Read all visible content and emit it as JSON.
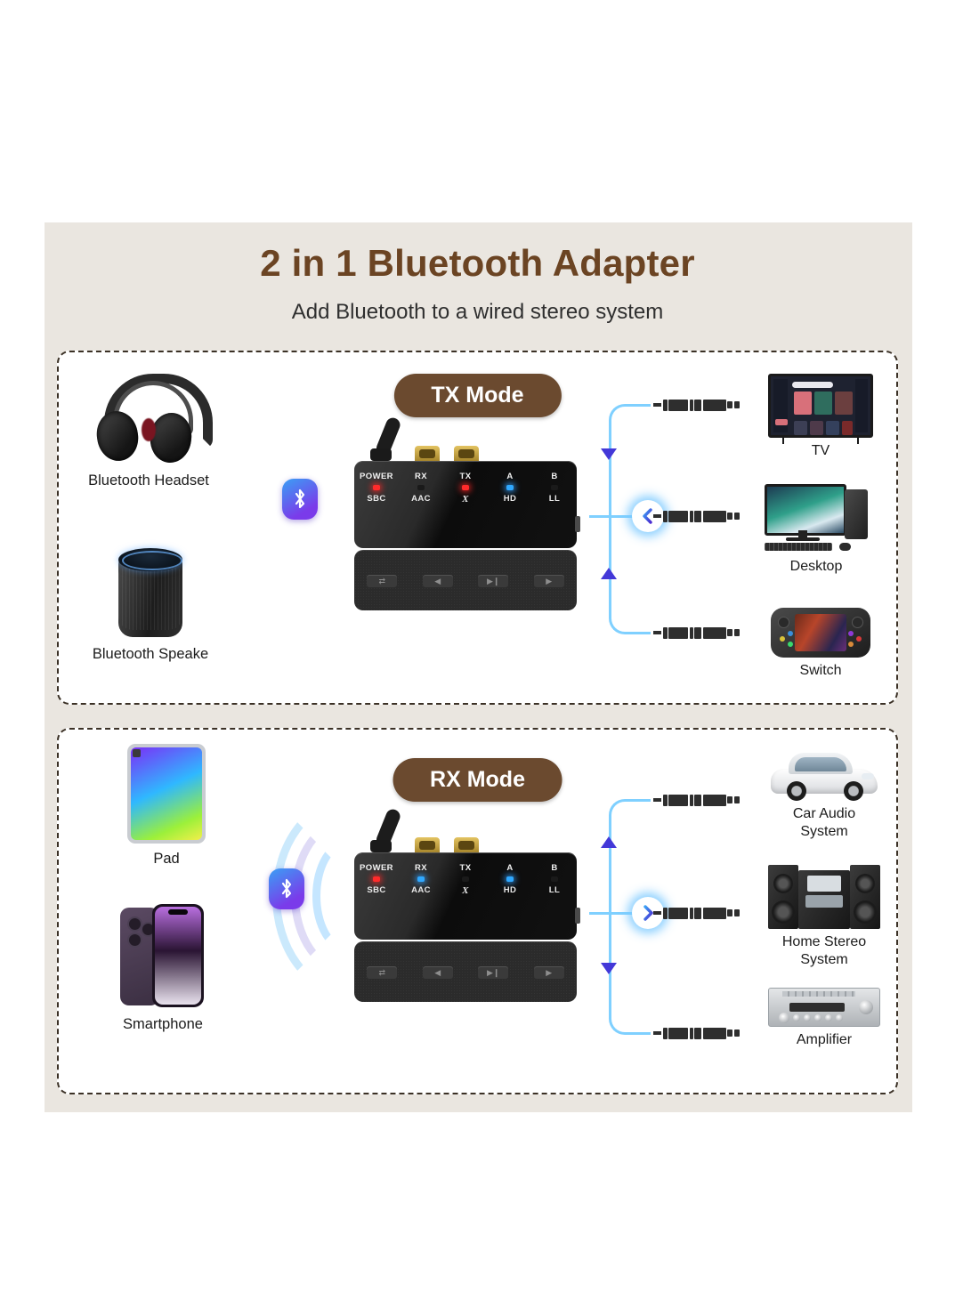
{
  "header": {
    "title": "2 in 1 Bluetooth Adapter",
    "subtitle": "Add Bluetooth to a wired stereo system",
    "title_color": "#6b4423"
  },
  "theme": {
    "page_background": "#ffffff",
    "panel_background": "#eae6e0",
    "card_background": "#ffffff",
    "card_border_color": "#3b3126",
    "badge_background": "#6b4a2f",
    "badge_text_color": "#ffffff",
    "led_red": "#ff2b2b",
    "led_blue": "#2fa8ff",
    "signal_cyan": "#7fd0ff",
    "arrow_purple": "#4338d8",
    "bluetooth_gradient_from": "#3aa0f5",
    "bluetooth_gradient_to": "#7a3bea"
  },
  "sections": [
    {
      "id": "tx",
      "badge": "TX Mode",
      "sources": [
        {
          "label": "Bluetooth Headset",
          "icon": "headphones-icon"
        },
        {
          "label": "Bluetooth Speake",
          "icon": "speaker-icon"
        }
      ],
      "bluetooth_icon": "bluetooth-icon",
      "device": {
        "antenna": "antenna-icon",
        "rca_jacks": 2,
        "led_labels_top": [
          "POWER",
          "RX",
          "TX",
          "A",
          "B"
        ],
        "led_states": [
          "red",
          "off",
          "red",
          "blue",
          "off"
        ],
        "codec_labels": [
          "SBC",
          "AAC",
          "X",
          "HD",
          "LL"
        ],
        "buttons": [
          "swap-icon",
          "previous-icon",
          "play-pause-icon",
          "next-icon"
        ]
      },
      "hub_direction": "left",
      "destinations": [
        {
          "label": "TV",
          "icon": "tv-icon"
        },
        {
          "label": "Desktop",
          "icon": "desktop-computer-icon"
        },
        {
          "label": "Switch",
          "icon": "handheld-console-icon"
        }
      ]
    },
    {
      "id": "rx",
      "badge": "RX Mode",
      "sources": [
        {
          "label": "Pad",
          "icon": "tablet-icon"
        },
        {
          "label": "Smartphone",
          "icon": "smartphone-icon"
        }
      ],
      "bluetooth_icon": "bluetooth-icon",
      "device": {
        "antenna": "antenna-icon",
        "rca_jacks": 2,
        "led_labels_top": [
          "POWER",
          "RX",
          "TX",
          "A",
          "B"
        ],
        "led_states": [
          "red",
          "blue",
          "off",
          "blue",
          "off"
        ],
        "codec_labels": [
          "SBC",
          "AAC",
          "X",
          "HD",
          "LL"
        ],
        "buttons": [
          "swap-icon",
          "previous-icon",
          "play-pause-icon",
          "next-icon"
        ]
      },
      "hub_direction": "right",
      "destinations": [
        {
          "label": "Car Audio\nSystem",
          "icon": "car-icon"
        },
        {
          "label": "Home Stereo\nSystem",
          "icon": "stereo-system-icon"
        },
        {
          "label": "Amplifier",
          "icon": "amplifier-icon"
        }
      ]
    }
  ]
}
